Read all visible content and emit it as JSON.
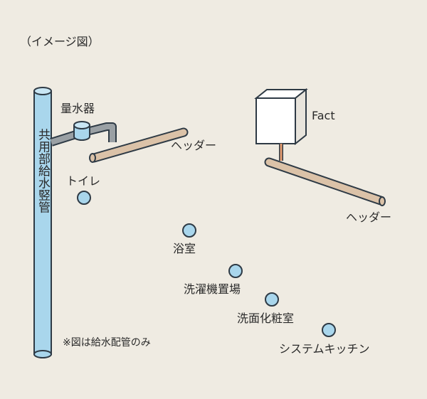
{
  "diagram": {
    "caption": "（イメージ図）",
    "main_pipe_label": "共用部給水竪管",
    "meter_label": "量水器",
    "header_left_label": "ヘッダー",
    "header_right_label": "ヘッダー",
    "water_heater_label": "Fact",
    "note": "※図は給水配管のみ",
    "outlets": {
      "toilet": "トイレ",
      "bath": "浴室",
      "laundry": "洗濯機置場",
      "washroom": "洗面化粧室",
      "kitchen": "システムキッチン"
    },
    "colors": {
      "cold_water": "#a9d6ec",
      "hot_water": "#e39b6f",
      "header": "#dbc2a8",
      "outline": "#2e3a45",
      "background": "#efebe2"
    }
  }
}
